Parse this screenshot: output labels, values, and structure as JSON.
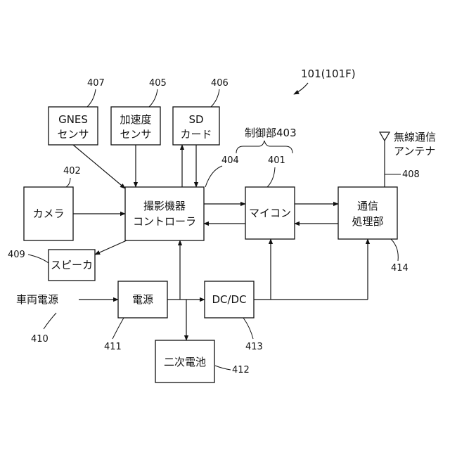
{
  "figure_label": "101(101F)",
  "blocks": {
    "gnss": {
      "line1": "GNES",
      "line2": "センサ",
      "ref": "407"
    },
    "accel": {
      "line1": "加速度",
      "line2": "センサ",
      "ref": "405"
    },
    "sd": {
      "line1": "SD",
      "line2": "カード",
      "ref": "406"
    },
    "camera": {
      "label": "カメラ",
      "ref": "402"
    },
    "controller": {
      "line1": "撮影機器",
      "line2": "コントローラ",
      "ref": "404"
    },
    "micon": {
      "label": "マイコン",
      "ref": "401"
    },
    "comm": {
      "line1": "通信",
      "line2": "処理部",
      "ref": "414"
    },
    "speaker": {
      "label": "スピーカ",
      "ref": "409"
    },
    "power": {
      "label": "電源",
      "ref": "411"
    },
    "dcdc": {
      "label": "DC/DC",
      "ref": "413"
    },
    "battery": {
      "label": "二次電池",
      "ref": "412"
    }
  },
  "control_group": {
    "label": "制御部403"
  },
  "antenna": {
    "line1": "無線通信",
    "line2": "アンテナ",
    "ref": "408"
  },
  "vehicle_power": {
    "label": "車両電源",
    "ref": "410"
  }
}
